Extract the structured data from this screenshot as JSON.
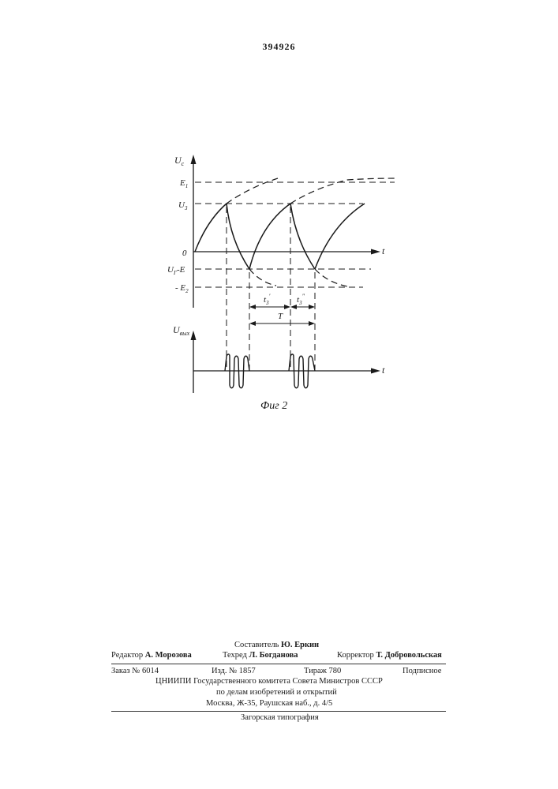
{
  "patent_number": "394926",
  "figure": {
    "caption": "Фиг 2",
    "upper_y_label": "U",
    "upper_y_sub": "c",
    "lower_y_label": "U",
    "lower_y_sub": "вых",
    "t_axis_label": "t",
    "level_E1": "E",
    "level_E1_sub": "1",
    "level_U3": "U",
    "level_U3_sub": "3",
    "level_zero": "0",
    "level_UrE2_a": "U",
    "level_UrE2_a_sub": "Г",
    "level_UrE2_b": "-E",
    "level_UrE2_b_sub": "2",
    "level_minusE2": "- E",
    "level_minusE2_sub": "2",
    "interval_t3_prime": "t",
    "interval_t3_prime_sub": "3",
    "interval_t3_prime_sup": "′",
    "interval_t3_dprime": "t",
    "interval_t3_dprime_sub": "3",
    "interval_t3_dprime_sup": "″",
    "interval_T": "T"
  },
  "footer": {
    "compiler_label": "Составитель",
    "compiler_name": "Ю. Еркин",
    "editor_label": "Редактор",
    "editor_name": "А. Морозова",
    "techred_label": "Техред",
    "techred_name": "Л. Богданова",
    "corrector_label": "Корректор",
    "corrector_name": "Т. Добровольская",
    "order": "Заказ № 6014",
    "edition": "Изд. № 1857",
    "circulation": "Тираж 780",
    "subscription": "Подписное",
    "org_line1": "ЦНИИПИ Государственного комитета Совета Министров СССР",
    "org_line2": "по делам изобретений и открытий",
    "org_line3": "Москва, Ж-35, Раушская наб., д. 4/5",
    "printer": "Загорская типография"
  }
}
